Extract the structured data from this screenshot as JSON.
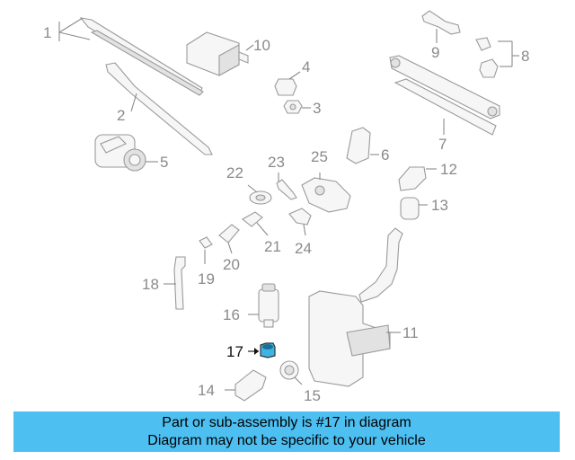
{
  "callouts": {
    "c1": "1",
    "c2": "2",
    "c3": "3",
    "c4": "4",
    "c5": "5",
    "c6": "6",
    "c7": "7",
    "c8": "8",
    "c9": "9",
    "c10": "10",
    "c11": "11",
    "c12": "12",
    "c13": "13",
    "c14": "14",
    "c15": "15",
    "c16": "16",
    "c17": "17",
    "c18": "18",
    "c19": "19",
    "c20": "20",
    "c21": "21",
    "c22": "22",
    "c23": "23",
    "c24": "24",
    "c25": "25"
  },
  "highlight": {
    "part_number": "17",
    "color": "#3fb3e3"
  },
  "banner": {
    "line1": "Part or sub-assembly is #17 in diagram",
    "line2": "Diagram may not be specific to your vehicle",
    "background": "#4dbff1"
  }
}
